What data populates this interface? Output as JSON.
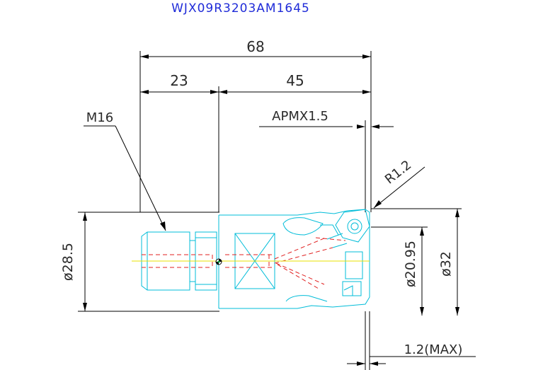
{
  "title": "WJX09R3203AM1645",
  "dimensions": {
    "overall_length": "68",
    "shank_length": "23",
    "head_length": "45",
    "apmx": "APMX1.5",
    "thread": "M16",
    "corner_radius": "R1.2",
    "shank_diameter": "ø28.5",
    "neck_diameter": "ø20.95",
    "cutting_diameter": "ø32",
    "overhang_max": "1.2(MAX)"
  },
  "colors": {
    "title": "#1f2bd8",
    "dimension_lines": "#000000",
    "tool_outline": "#00bcd8",
    "hidden_lines": "#e02020",
    "center_line": "#e8e000",
    "center_point": "#00a040"
  }
}
